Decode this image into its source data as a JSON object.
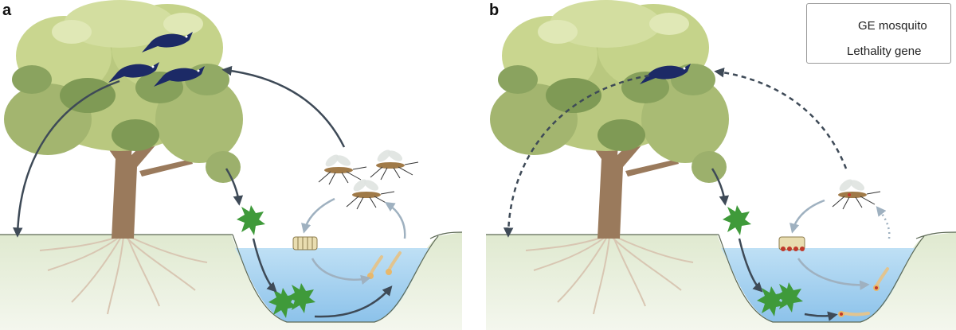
{
  "panels": [
    {
      "label": "a"
    },
    {
      "label": "b"
    }
  ],
  "legend": {
    "items": [
      {
        "label": "GE mosquito",
        "icon": "mosquito-icon"
      },
      {
        "label": "Lethality gene",
        "icon": "red-dot-icon",
        "color": "#c0392b"
      }
    ]
  },
  "colors": {
    "foliage_light": "#c9d68f",
    "foliage_dark": "#7f9a55",
    "trunk": "#9a7a5c",
    "bird": "#1c2a66",
    "water": "#a9d3ef",
    "ground": "#e6eedb",
    "arrow": "#3e4a57",
    "arrow_light": "#9fb1c0",
    "leaf": "#3f9a3a",
    "lethality_gene": "#c0392b"
  }
}
